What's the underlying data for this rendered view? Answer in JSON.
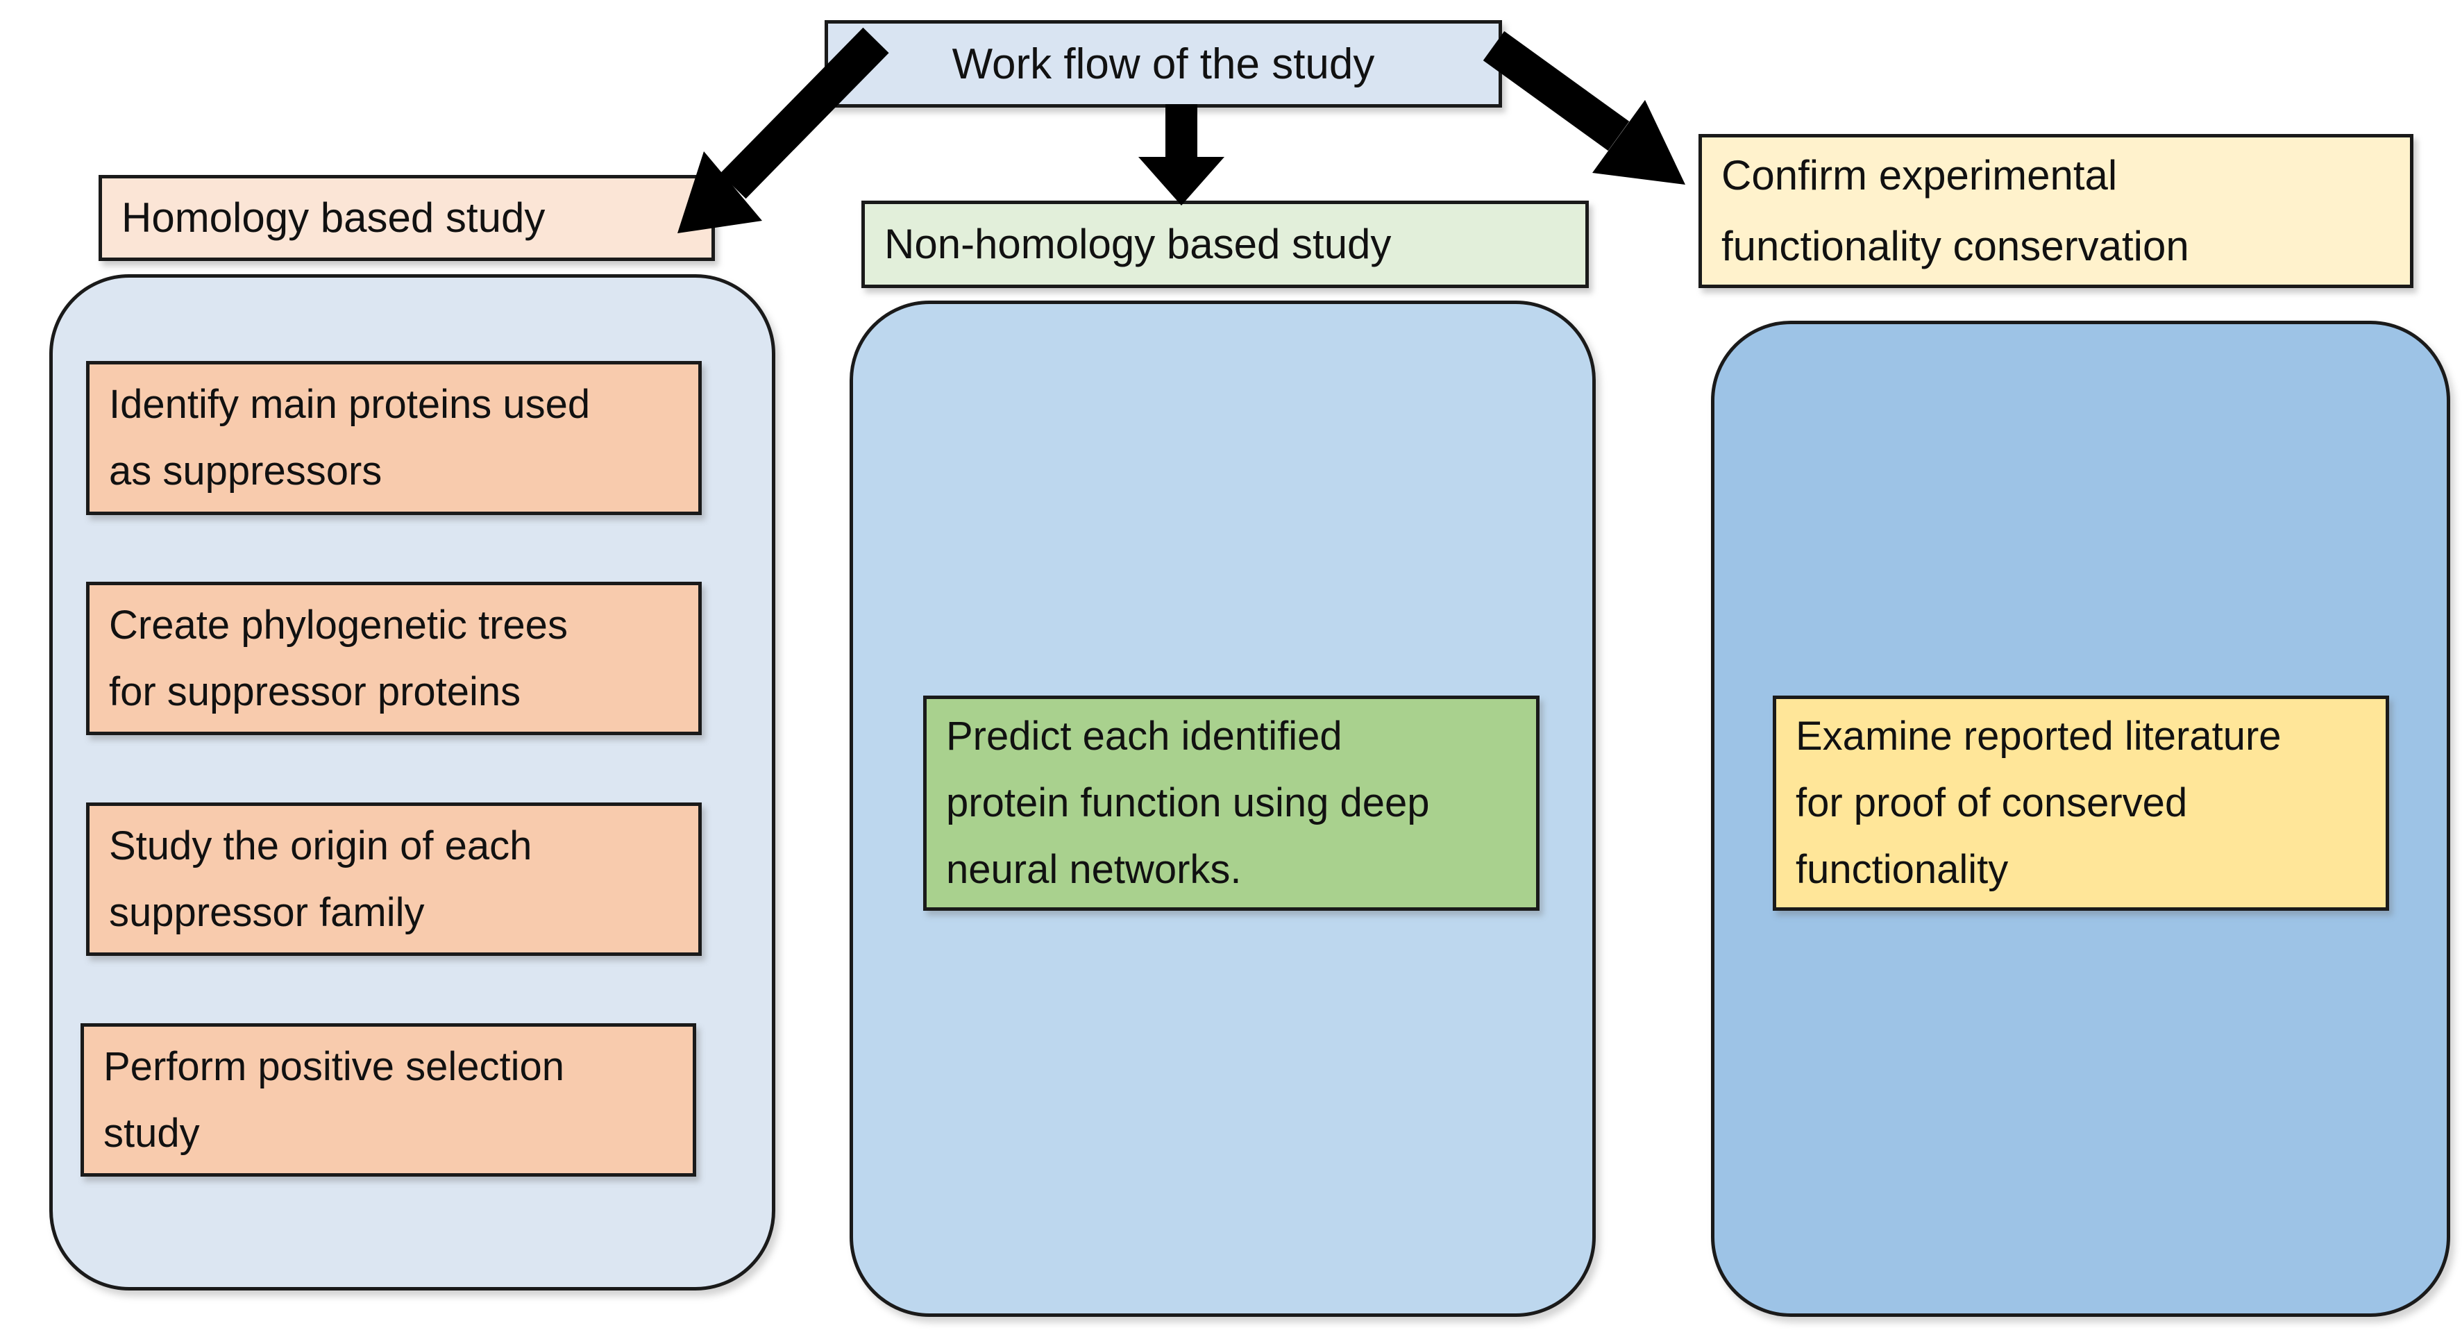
{
  "title": "Work flow of the study",
  "branches": {
    "homology": {
      "header": "Homology based study",
      "steps": [
        "Identify main proteins used\nas suppressors",
        "Create phylogenetic trees\nfor suppressor proteins",
        "Study the origin of each\nsuppressor family",
        "Perform positive selection\nstudy"
      ]
    },
    "non_homology": {
      "header": "Non-homology based study",
      "steps": [
        "Predict each identified\nprotein function using deep\nneural networks."
      ]
    },
    "confirmation": {
      "header": "Confirm experimental\nfunctionality conservation",
      "steps": [
        "Examine reported literature\nfor proof of conserved\nfunctionality"
      ]
    }
  },
  "palette": {
    "title_bg": "#d9e4f2",
    "homology_header_bg": "#fbe5d6",
    "homology_container_bg": "#dce6f2",
    "homology_step_bg": "#f8cbad",
    "non_homology_header_bg": "#e2efda",
    "non_homology_container_bg": "#bdd7ee",
    "non_homology_step_bg": "#a9d18e",
    "confirmation_header_bg": "#fff2cc",
    "confirmation_container_bg": "#9dc3e6",
    "confirmation_step_bg": "#ffe699",
    "border": "#1a1a1a",
    "arrow": "#000000"
  }
}
